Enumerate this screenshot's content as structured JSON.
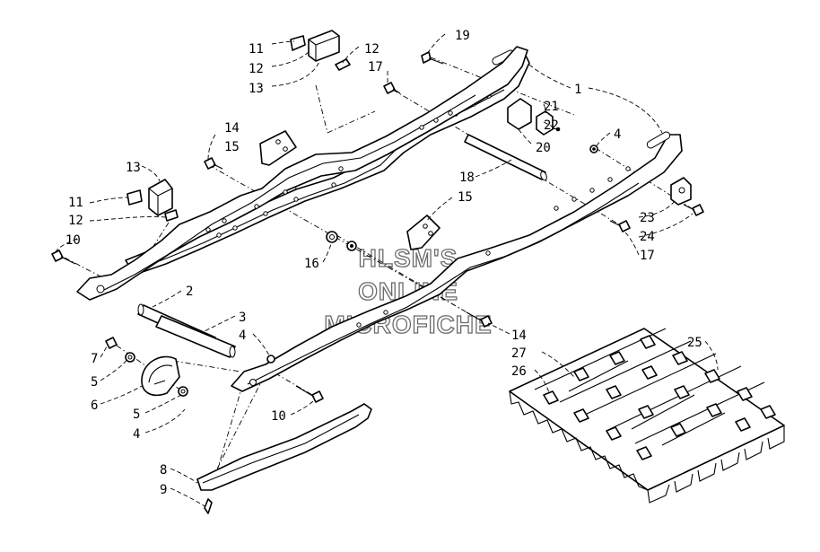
{
  "watermark": {
    "line1": "HLSM'S",
    "line2": "ONLINE",
    "line3": "MICROFICHE"
  },
  "callouts": [
    {
      "id": "c19",
      "text": "19"
    },
    {
      "id": "c11a",
      "text": "11"
    },
    {
      "id": "c12a",
      "text": "12"
    },
    {
      "id": "c13a",
      "text": "13"
    },
    {
      "id": "c12b",
      "text": "12"
    },
    {
      "id": "c17a",
      "text": "17"
    },
    {
      "id": "c1",
      "text": "1"
    },
    {
      "id": "c21",
      "text": "21"
    },
    {
      "id": "c22",
      "text": "22"
    },
    {
      "id": "c20",
      "text": "20"
    },
    {
      "id": "c4a",
      "text": "4"
    },
    {
      "id": "c14a",
      "text": "14"
    },
    {
      "id": "c15a",
      "text": "15"
    },
    {
      "id": "c13b",
      "text": "13"
    },
    {
      "id": "c11b",
      "text": "11"
    },
    {
      "id": "c12c",
      "text": "12"
    },
    {
      "id": "c10a",
      "text": "10"
    },
    {
      "id": "c18",
      "text": "18"
    },
    {
      "id": "c15b",
      "text": "15"
    },
    {
      "id": "c23",
      "text": "23"
    },
    {
      "id": "c24",
      "text": "24"
    },
    {
      "id": "c17b",
      "text": "17"
    },
    {
      "id": "c16",
      "text": "16"
    },
    {
      "id": "c2",
      "text": "2"
    },
    {
      "id": "c3",
      "text": "3"
    },
    {
      "id": "c4b",
      "text": "4"
    },
    {
      "id": "c14b",
      "text": "14"
    },
    {
      "id": "c27",
      "text": "27"
    },
    {
      "id": "c26",
      "text": "26"
    },
    {
      "id": "c25",
      "text": "25"
    },
    {
      "id": "c7",
      "text": "7"
    },
    {
      "id": "c5a",
      "text": "5"
    },
    {
      "id": "c6",
      "text": "6"
    },
    {
      "id": "c5b",
      "text": "5"
    },
    {
      "id": "c4c",
      "text": "4"
    },
    {
      "id": "c10b",
      "text": "10"
    },
    {
      "id": "c8",
      "text": "8"
    },
    {
      "id": "c9",
      "text": "9"
    }
  ]
}
